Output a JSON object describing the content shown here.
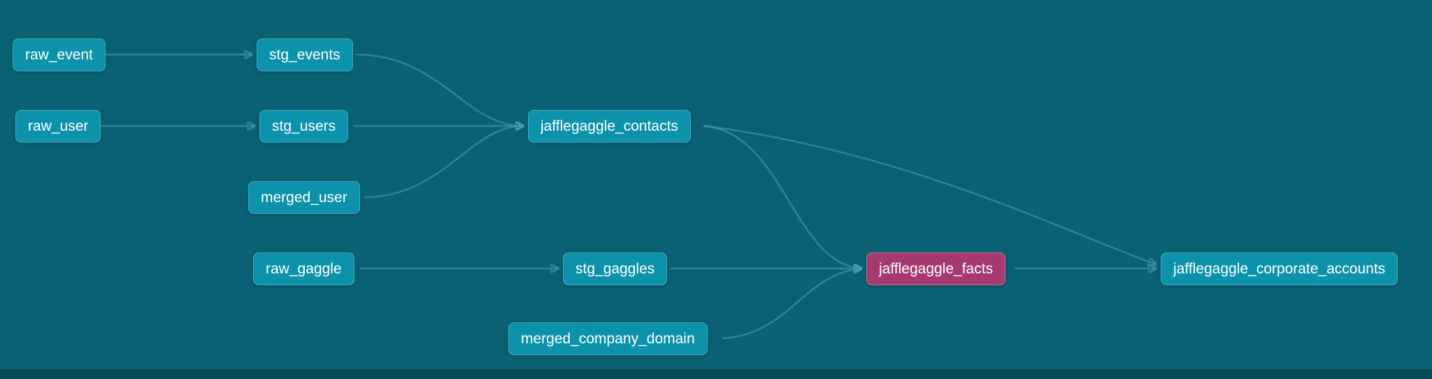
{
  "graph": {
    "title": "lineage-graph",
    "colors": {
      "background": "#0a6173",
      "node_fill": "#0c93ab",
      "node_selected_fill": "#a63a70",
      "edge": "#4aa3b5",
      "text": "#ffffff",
      "bottom_bar": "#054a57"
    },
    "nodes": [
      {
        "id": "raw_event",
        "label": "raw_event",
        "selected": false
      },
      {
        "id": "raw_user",
        "label": "raw_user",
        "selected": false
      },
      {
        "id": "stg_events",
        "label": "stg_events",
        "selected": false
      },
      {
        "id": "stg_users",
        "label": "stg_users",
        "selected": false
      },
      {
        "id": "merged_user",
        "label": "merged_user",
        "selected": false
      },
      {
        "id": "jafflegaggle_contacts",
        "label": "jafflegaggle_contacts",
        "selected": false
      },
      {
        "id": "raw_gaggle",
        "label": "raw_gaggle",
        "selected": false
      },
      {
        "id": "stg_gaggles",
        "label": "stg_gaggles",
        "selected": false
      },
      {
        "id": "merged_company_domain",
        "label": "merged_company_domain",
        "selected": false
      },
      {
        "id": "jafflegaggle_facts",
        "label": "jafflegaggle_facts",
        "selected": true
      },
      {
        "id": "jafflegaggle_corporate_accounts",
        "label": "jafflegaggle_corporate_accounts",
        "selected": false
      }
    ],
    "edges": [
      {
        "from": "raw_event",
        "to": "stg_events"
      },
      {
        "from": "raw_user",
        "to": "stg_users"
      },
      {
        "from": "stg_events",
        "to": "jafflegaggle_contacts"
      },
      {
        "from": "stg_users",
        "to": "jafflegaggle_contacts"
      },
      {
        "from": "merged_user",
        "to": "jafflegaggle_contacts"
      },
      {
        "from": "raw_gaggle",
        "to": "stg_gaggles"
      },
      {
        "from": "stg_gaggles",
        "to": "jafflegaggle_facts"
      },
      {
        "from": "jafflegaggle_contacts",
        "to": "jafflegaggle_facts"
      },
      {
        "from": "merged_company_domain",
        "to": "jafflegaggle_facts"
      },
      {
        "from": "jafflegaggle_facts",
        "to": "jafflegaggle_corporate_accounts"
      },
      {
        "from": "jafflegaggle_contacts",
        "to": "jafflegaggle_corporate_accounts"
      }
    ]
  }
}
